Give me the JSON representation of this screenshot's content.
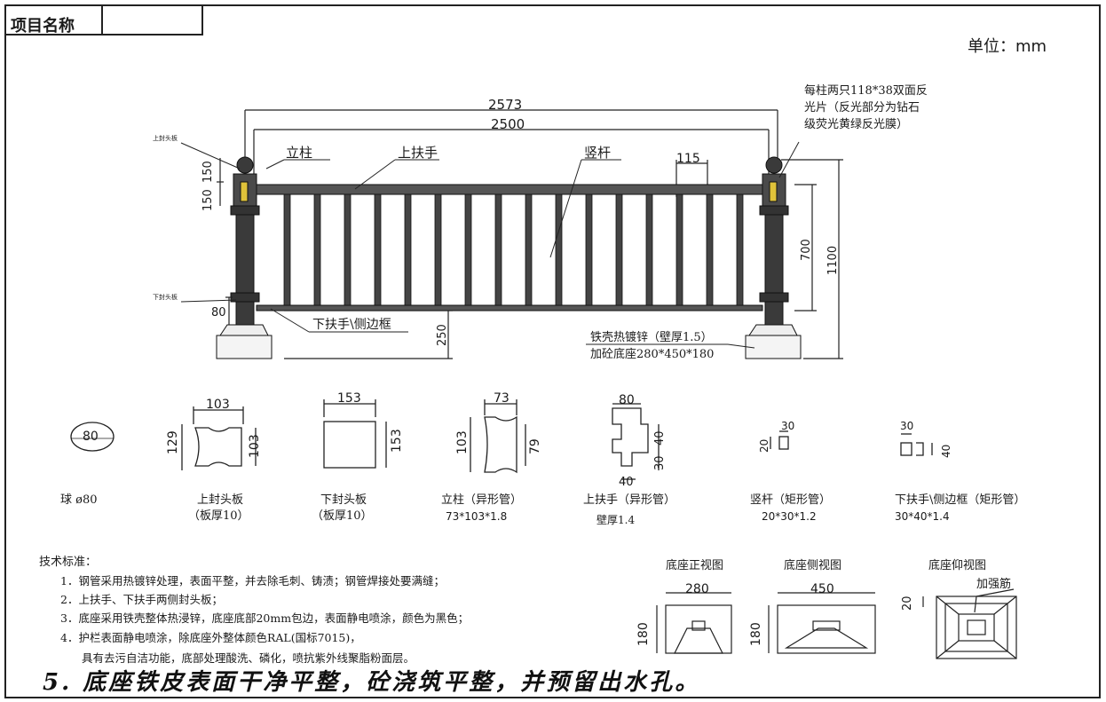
{
  "header": {
    "project_label": "项目名称",
    "unit": "单位：mm"
  },
  "elevation": {
    "dim_overall": "2573",
    "dim_span": "2500",
    "dim_spacing": "115",
    "dim_top_cap": "150",
    "dim_top_cap2": "150",
    "dim_bottom_cap": "80",
    "dim_clearance": "250",
    "dim_rail_height": "700",
    "dim_total_height": "1100",
    "label_top_cap_plate": "上封头板",
    "label_bottom_cap_plate": "下封头板",
    "label_post": "立柱",
    "label_top_rail": "上扶手",
    "label_baluster": "竖杆",
    "label_bottom_rail": "下扶手\\侧边框",
    "label_base_1": "铁壳热镀锌（壁厚1.5）",
    "label_base_2": "加砼底座280*450*180",
    "reflector_note_1": "每柱两只118*38双面反",
    "reflector_note_2": "光片（反光部分为钻石",
    "reflector_note_3": "级荧光黄绿反光膜）"
  },
  "sections": {
    "ball": {
      "dim": "80",
      "name": "球 ø80"
    },
    "top_cap": {
      "dim_w": "103",
      "dim_h": "129",
      "dim_h2": "103",
      "name": "上封头板",
      "spec": "（板厚10）"
    },
    "bottom_cap": {
      "dim_w": "153",
      "dim_h": "153",
      "name": "下封头板",
      "spec": "（板厚10）"
    },
    "post": {
      "dim_w": "73",
      "dim_h": "103",
      "dim_h2": "79",
      "name": "立柱（异形管）",
      "spec": "73*103*1.8"
    },
    "top_rail": {
      "dim_top": "80",
      "dim_r1": "40",
      "dim_r2": "30",
      "dim_bottom": "40",
      "name": "上扶手（异形管）",
      "spec": "壁厚1.4"
    },
    "baluster": {
      "dim_a": "30",
      "dim_b": "20",
      "name": "竖杆（矩形管）",
      "spec": "20*30*1.2"
    },
    "bottom_rail": {
      "dim_a": "30",
      "dim_b": "40",
      "name": "下扶手\\侧边框（矩形管）",
      "spec": "30*40*1.4"
    }
  },
  "tech": {
    "heading": "技术标准：",
    "items": [
      "1．钢管采用热镀锌处理，表面平整，并去除毛刺、铸渍；钢管焊接处要满缝；",
      "2．上扶手、下扶手两侧封头板；",
      "3．底座采用铁壳整体热浸锌，底座底部20mm包边，表面静电喷涂，颜色为黑色；",
      "4．护栏表面静电喷涂，除底座外整体颜色RAL(国标7015)，",
      "具有去污自洁功能，底部处理酸洗、磷化，喷抗紫外线聚脂粉面层。"
    ],
    "handwritten": "5. 底座铁皮表面干净平整，砼浇筑平整，并预留出水孔。"
  },
  "base_views": {
    "front_title": "底座正视图",
    "side_title": "底座侧视图",
    "bottom_title": "底座仰视图",
    "front_w": "280",
    "front_h": "180",
    "side_w": "450",
    "side_h": "180",
    "bottom_dim": "20",
    "bottom_label": "加强筋"
  }
}
